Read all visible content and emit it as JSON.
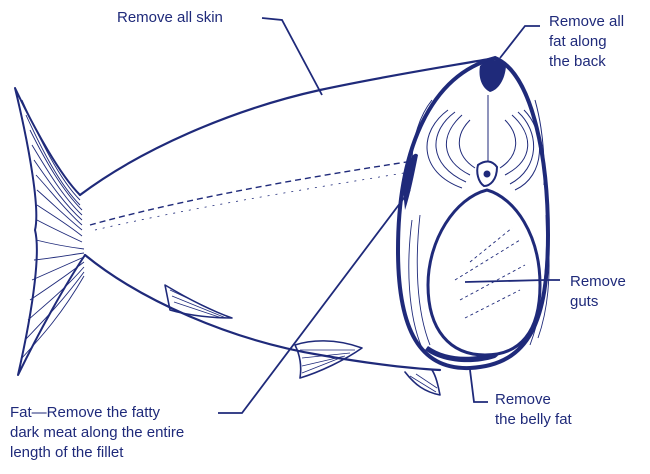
{
  "labels": {
    "skin": "Remove all skin",
    "back_fat": "Remove all\nfat along\nthe back",
    "guts": "Remove\nguts",
    "belly_fat": "Remove\nthe belly fat",
    "dark_meat": "Fat—Remove the fatty\ndark  meat along the entire\nlength of the fillet"
  },
  "colors": {
    "ink": "#1f2a7a",
    "background": "#ffffff"
  }
}
